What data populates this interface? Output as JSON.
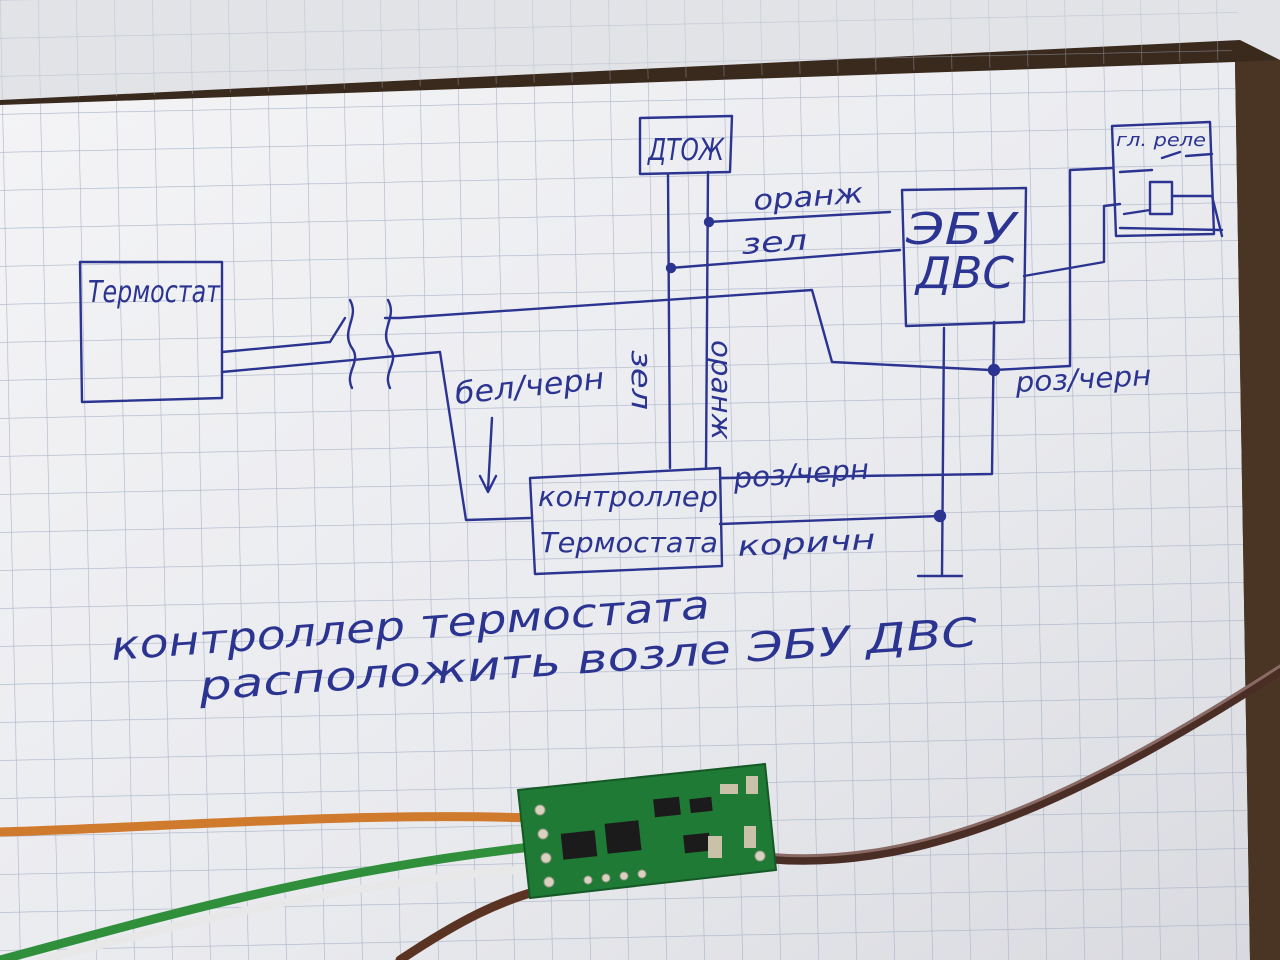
{
  "colors": {
    "ink": "#2b3490",
    "paper": "#ecedf0",
    "grid": "#a9b3c8",
    "pcb": "#1f7a35",
    "wire_orange": "#d07a2e",
    "wire_green": "#2f8f3a",
    "wire_white": "#e8e8e8",
    "wire_brown": "#5a3322"
  },
  "blocks": {
    "thermostat": "Термостат",
    "sensor": "ДТОЖ",
    "ecu_line1": "ЭБУ",
    "ecu_line2": "ДВС",
    "relay": "гл. реле",
    "controller_line1": "контроллер",
    "controller_line2": "Термостата"
  },
  "wires": {
    "orange_top": "оранж",
    "green_top": "зел",
    "green_vertical": "зел",
    "orange_vertical": "оранж",
    "white_black": "бел/черн",
    "pink_black_right": "роз/черн",
    "pink_black_controller": "роз/черн",
    "brown": "коричн"
  },
  "note": {
    "line1": "контроллер термостата",
    "line2": "расположить возле ЭБУ ДВС"
  },
  "icons": {
    "ground": "ground-symbol-icon",
    "breaks": "wire-break-icon"
  }
}
